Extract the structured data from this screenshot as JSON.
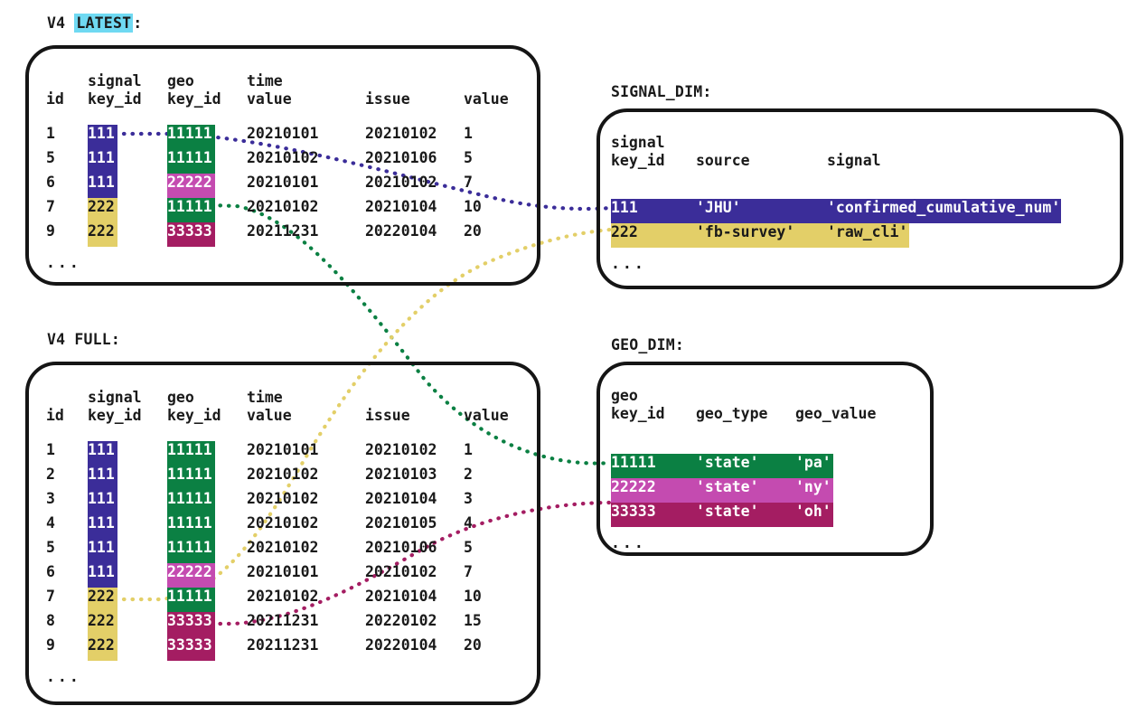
{
  "colors": {
    "purple": "#3b2d99",
    "yellow": "#e3cf68",
    "green": "#0b8043",
    "magenta": "#c44bb0",
    "darkmagenta": "#a41d62",
    "cyan_highlight": "#6fd9f2",
    "outline": "#151515",
    "text": "#1a1a1a"
  },
  "captions": {
    "latest_prefix": "V4 ",
    "latest_highlight": "LATEST",
    "latest_suffix": ":",
    "full": "V4 FULL:",
    "signal_dim": "SIGNAL_DIM:",
    "geo_dim": "GEO_DIM:"
  },
  "fact_headers": {
    "line1": [
      "",
      "signal",
      "geo",
      "time",
      "",
      ""
    ],
    "line2": [
      "id",
      "key_id",
      "key_id",
      "value",
      "issue",
      "value"
    ]
  },
  "latest_table": {
    "rows": [
      {
        "id": "1",
        "signal_key_id": "111",
        "geo_key_id": "11111",
        "time_value": "20210101",
        "issue": "20210102",
        "value": "1",
        "signal_color": "purple",
        "geo_color": "green"
      },
      {
        "id": "5",
        "signal_key_id": "111",
        "geo_key_id": "11111",
        "time_value": "20210102",
        "issue": "20210106",
        "value": "5",
        "signal_color": "purple",
        "geo_color": "green"
      },
      {
        "id": "6",
        "signal_key_id": "111",
        "geo_key_id": "22222",
        "time_value": "20210101",
        "issue": "20210102",
        "value": "7",
        "signal_color": "purple",
        "geo_color": "magenta"
      },
      {
        "id": "7",
        "signal_key_id": "222",
        "geo_key_id": "11111",
        "time_value": "20210102",
        "issue": "20210104",
        "value": "10",
        "signal_color": "yellow",
        "geo_color": "green"
      },
      {
        "id": "9",
        "signal_key_id": "222",
        "geo_key_id": "33333",
        "time_value": "20211231",
        "issue": "20220104",
        "value": "20",
        "signal_color": "yellow",
        "geo_color": "darkmagenta"
      }
    ],
    "ellipsis": "..."
  },
  "full_table": {
    "rows": [
      {
        "id": "1",
        "signal_key_id": "111",
        "geo_key_id": "11111",
        "time_value": "20210101",
        "issue": "20210102",
        "value": "1",
        "signal_color": "purple",
        "geo_color": "green"
      },
      {
        "id": "2",
        "signal_key_id": "111",
        "geo_key_id": "11111",
        "time_value": "20210102",
        "issue": "20210103",
        "value": "2",
        "signal_color": "purple",
        "geo_color": "green"
      },
      {
        "id": "3",
        "signal_key_id": "111",
        "geo_key_id": "11111",
        "time_value": "20210102",
        "issue": "20210104",
        "value": "3",
        "signal_color": "purple",
        "geo_color": "green"
      },
      {
        "id": "4",
        "signal_key_id": "111",
        "geo_key_id": "11111",
        "time_value": "20210102",
        "issue": "20210105",
        "value": "4",
        "signal_color": "purple",
        "geo_color": "green"
      },
      {
        "id": "5",
        "signal_key_id": "111",
        "geo_key_id": "11111",
        "time_value": "20210102",
        "issue": "20210106",
        "value": "5",
        "signal_color": "purple",
        "geo_color": "green"
      },
      {
        "id": "6",
        "signal_key_id": "111",
        "geo_key_id": "22222",
        "time_value": "20210101",
        "issue": "20210102",
        "value": "7",
        "signal_color": "purple",
        "geo_color": "magenta"
      },
      {
        "id": "7",
        "signal_key_id": "222",
        "geo_key_id": "11111",
        "time_value": "20210102",
        "issue": "20210104",
        "value": "10",
        "signal_color": "yellow",
        "geo_color": "green"
      },
      {
        "id": "8",
        "signal_key_id": "222",
        "geo_key_id": "33333",
        "time_value": "20211231",
        "issue": "20220102",
        "value": "15",
        "signal_color": "yellow",
        "geo_color": "darkmagenta"
      },
      {
        "id": "9",
        "signal_key_id": "222",
        "geo_key_id": "33333",
        "time_value": "20211231",
        "issue": "20220104",
        "value": "20",
        "signal_color": "yellow",
        "geo_color": "darkmagenta"
      }
    ],
    "ellipsis": "..."
  },
  "signal_dim": {
    "headers": {
      "line1": [
        "signal",
        "",
        ""
      ],
      "line2": [
        "key_id",
        "source",
        "signal"
      ]
    },
    "rows": [
      {
        "key_id": "111",
        "source": "'JHU'",
        "signal": "'confirmed_cumulative_num'",
        "color": "purple"
      },
      {
        "key_id": "222",
        "source": "'fb-survey'",
        "signal": "'raw_cli'",
        "color": "yellow"
      }
    ],
    "ellipsis": "..."
  },
  "geo_dim": {
    "headers": {
      "line1": [
        "geo",
        "",
        ""
      ],
      "line2": [
        "key_id",
        "geo_type",
        "geo_value"
      ]
    },
    "rows": [
      {
        "key_id": "11111",
        "geo_type": "'state'",
        "geo_value": "'pa'",
        "color": "green"
      },
      {
        "key_id": "22222",
        "geo_type": "'state'",
        "geo_value": "'ny'",
        "color": "magenta"
      },
      {
        "key_id": "33333",
        "geo_type": "'state'",
        "geo_value": "'oh'",
        "color": "darkmagenta"
      }
    ],
    "ellipsis": "..."
  },
  "connections": [
    {
      "name": "latest-signal-111-to-signal-dim-111",
      "color": "purple"
    },
    {
      "name": "latest-geo-11111-to-geo-dim-11111",
      "color": "green"
    },
    {
      "name": "full-signal-222-to-signal-dim-222",
      "color": "yellow"
    },
    {
      "name": "full-geo-33333-to-geo-dim-33333",
      "color": "darkmagenta"
    }
  ]
}
